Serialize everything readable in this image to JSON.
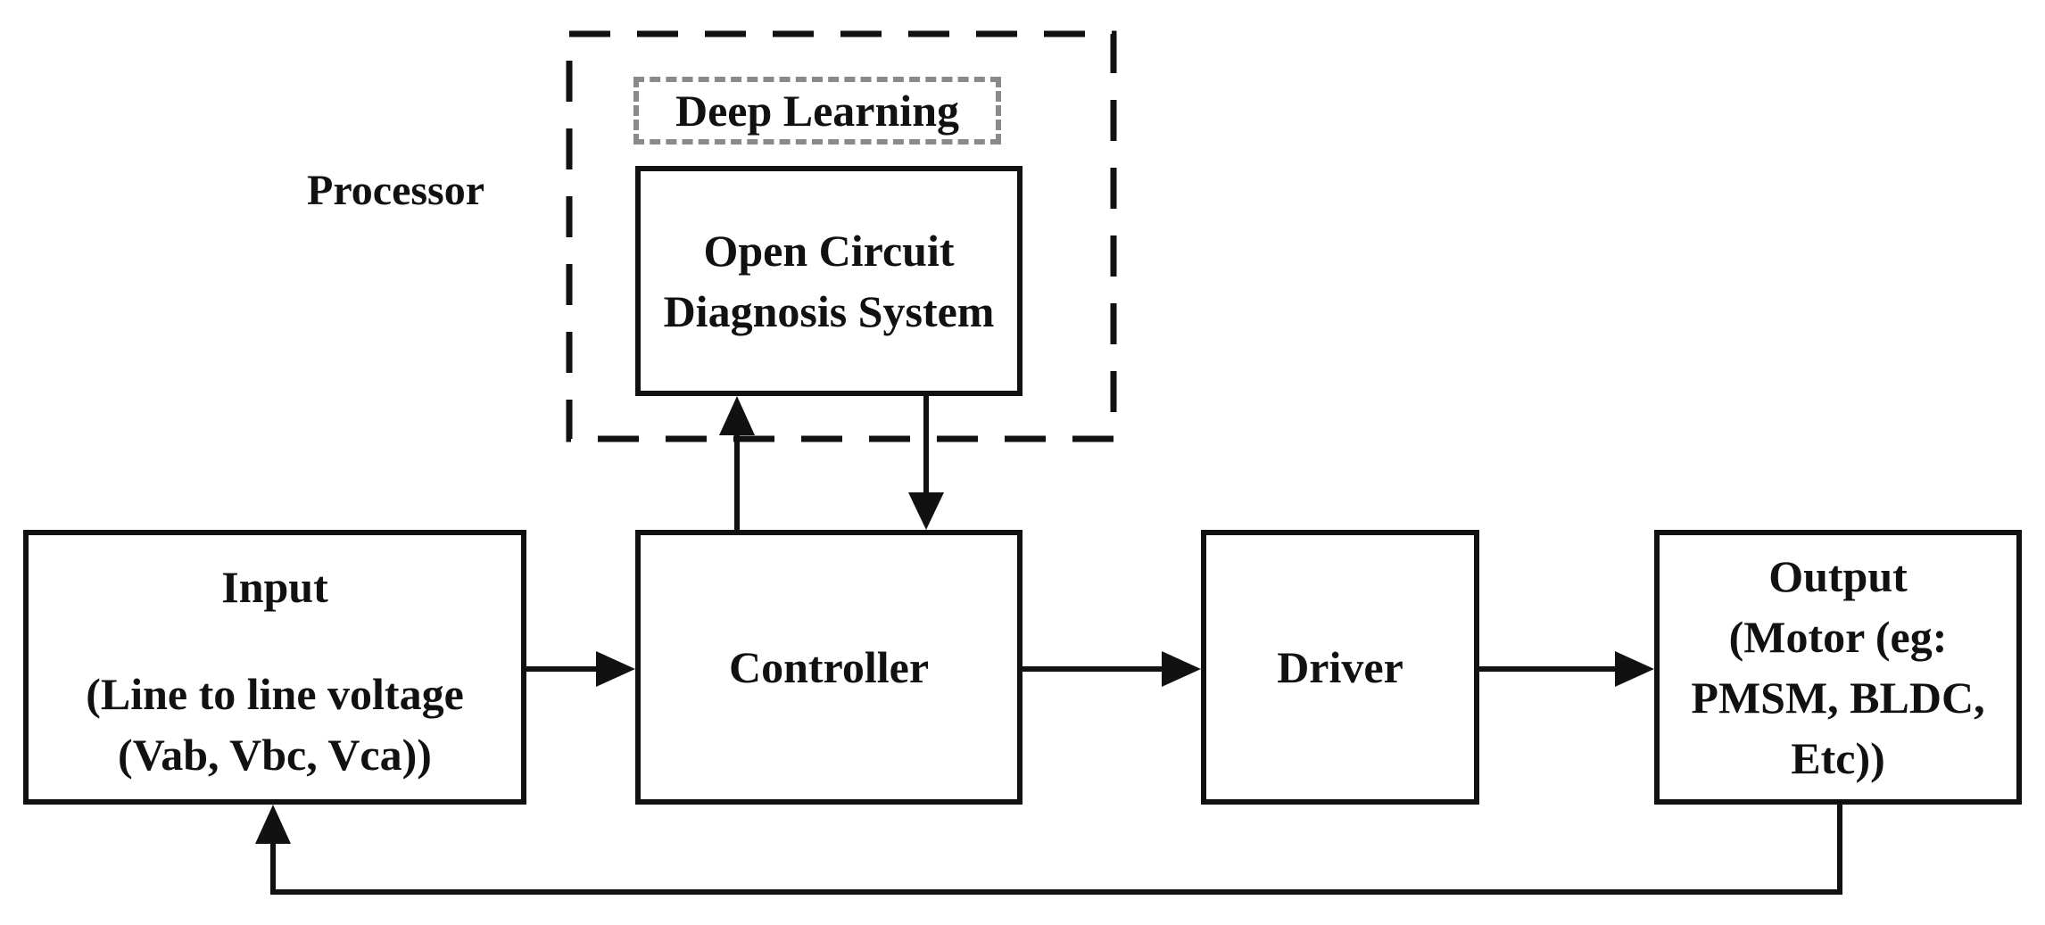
{
  "processor": {
    "label": "Processor",
    "sublabel": "Deep Learning"
  },
  "blocks": {
    "diagnosis": {
      "line1": "Open Circuit",
      "line2": "Diagnosis System"
    },
    "input": {
      "title": "Input",
      "line1": "(Line to line voltage",
      "line2": "(Vab, Vbc, Vca))"
    },
    "controller": {
      "label": "Controller"
    },
    "driver": {
      "label": "Driver"
    },
    "output": {
      "line1": "Output",
      "line2": "(Motor (eg:",
      "line3": "PMSM, BLDC,",
      "line4": "Etc))"
    }
  },
  "colors": {
    "stroke": "#111111",
    "dashed_gray": "#8a8a8a"
  }
}
